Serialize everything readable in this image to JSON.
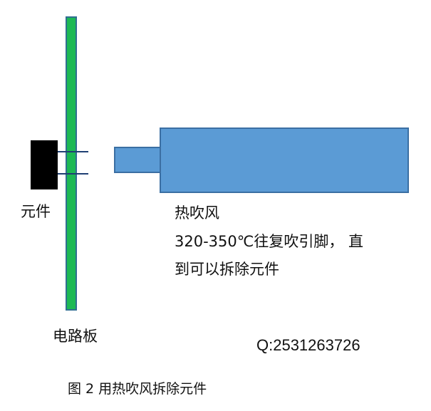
{
  "diagram": {
    "labels": {
      "component": "元件",
      "hot_air": "热吹风",
      "instruction_line1": "320-350℃往复吹引脚， 直",
      "instruction_line2": "到可以拆除元件",
      "circuit_board": "电路板",
      "qq": "Q:2531263726"
    },
    "caption": "图 2 用热吹风拆除元件",
    "colors": {
      "circuit_board_fill": "#1db954",
      "circuit_board_border": "#2f6f91",
      "component_fill": "#000000",
      "lead": "#1f3f73",
      "heat_gun_fill": "#5b9bd5",
      "heat_gun_border": "#3b6fa3"
    }
  }
}
